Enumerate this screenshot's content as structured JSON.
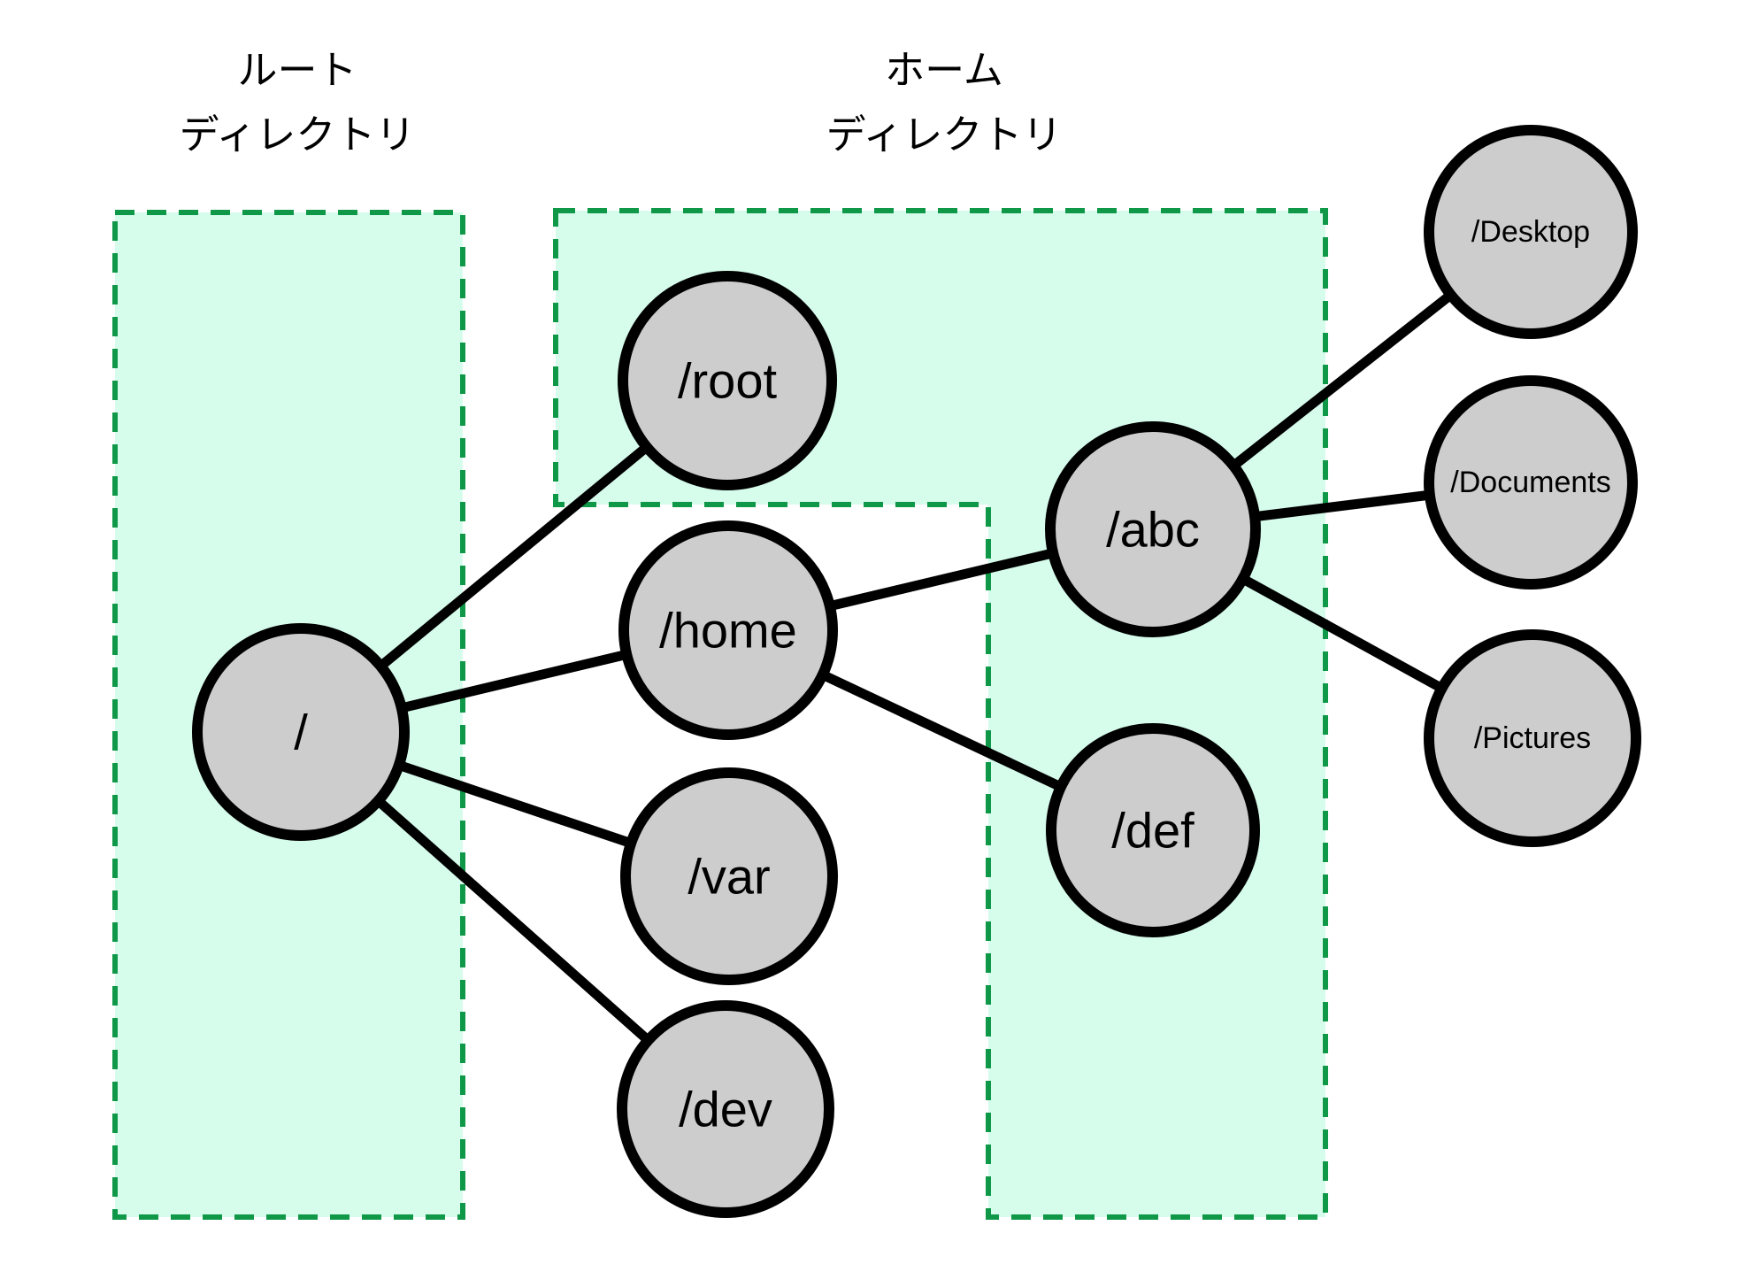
{
  "diagram": {
    "type": "filesystem-directory-tree",
    "regions": {
      "root_directory": {
        "label_line1": "ルート",
        "label_line2": "ディレクトリ"
      },
      "home_directory": {
        "label_line1": "ホーム",
        "label_line2": "ディレクトリ"
      }
    },
    "nodes": {
      "root": {
        "label": "/"
      },
      "root_home": {
        "label": "/root"
      },
      "home": {
        "label": "/home"
      },
      "var": {
        "label": "/var"
      },
      "dev": {
        "label": "/dev"
      },
      "abc": {
        "label": "/abc"
      },
      "def": {
        "label": "/def"
      },
      "desktop": {
        "label": "/Desktop"
      },
      "documents": {
        "label": "/Documents"
      },
      "pictures": {
        "label": "/Pictures"
      }
    },
    "edges": [
      [
        "/",
        "/root"
      ],
      [
        "/",
        "/home"
      ],
      [
        "/",
        "/var"
      ],
      [
        "/",
        "/dev"
      ],
      [
        "/home",
        "/abc"
      ],
      [
        "/home",
        "/def"
      ],
      [
        "/abc",
        "/Desktop"
      ],
      [
        "/abc",
        "/Documents"
      ],
      [
        "/abc",
        "/Pictures"
      ]
    ],
    "colors": {
      "region_fill": "#d6fcec",
      "region_border": "#0e9848",
      "node_fill": "#cdcdcd",
      "node_border": "#000000",
      "edge": "#000000",
      "text": "#000000",
      "background": "#ffffff"
    }
  }
}
